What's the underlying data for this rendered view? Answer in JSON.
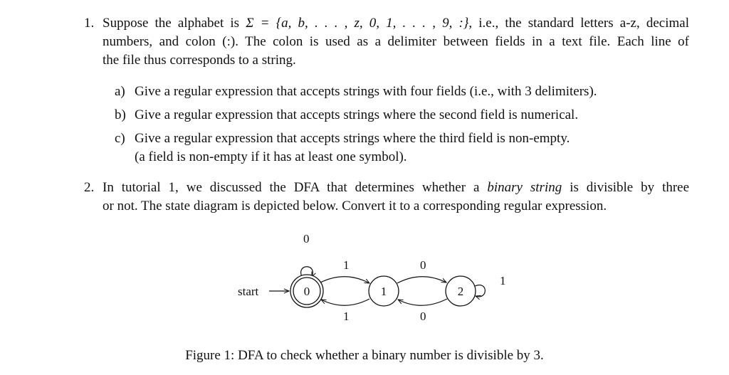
{
  "q1": {
    "number": "1.",
    "line1_a": "Suppose the alphabet is",
    "line1_math": "Σ = {a, b, . . . , z, 0, 1, . . . , 9, :}",
    "line1_b": ", i.e., the standard letters a-z, decimal",
    "line2": "numbers, and colon (:). The colon is used as a delimiter between fields in a text file. Each line of",
    "line3": "the file thus corresponds to a string.",
    "parts": [
      {
        "label": "a)",
        "text": "Give a regular expression that accepts strings with four fields (i.e., with 3 delimiters)."
      },
      {
        "label": "b)",
        "text": "Give a regular expression that accepts strings where the second field is numerical."
      },
      {
        "label": "c)",
        "text": "Give a regular expression that accepts strings where the third field is non-empty.",
        "text2": "(a field is non-empty if it has at least one symbol)."
      }
    ]
  },
  "q2": {
    "number": "2.",
    "line1_a": "In tutorial 1, we discussed the DFA that determines whether a",
    "line1_em": "binary string",
    "line1_b": "is divisible by three",
    "line2": "or not. The state diagram is depicted below. Convert it to a corresponding regular expression."
  },
  "diagram": {
    "start_label": "start",
    "states": [
      "0",
      "1",
      "2"
    ],
    "edges": {
      "self_0": "0",
      "e_0_1": "1",
      "e_1_0": "1",
      "e_1_2": "0",
      "e_2_1": "0",
      "self_2": "1"
    }
  },
  "caption": "Figure 1: DFA to check whether a binary number is divisible by 3."
}
